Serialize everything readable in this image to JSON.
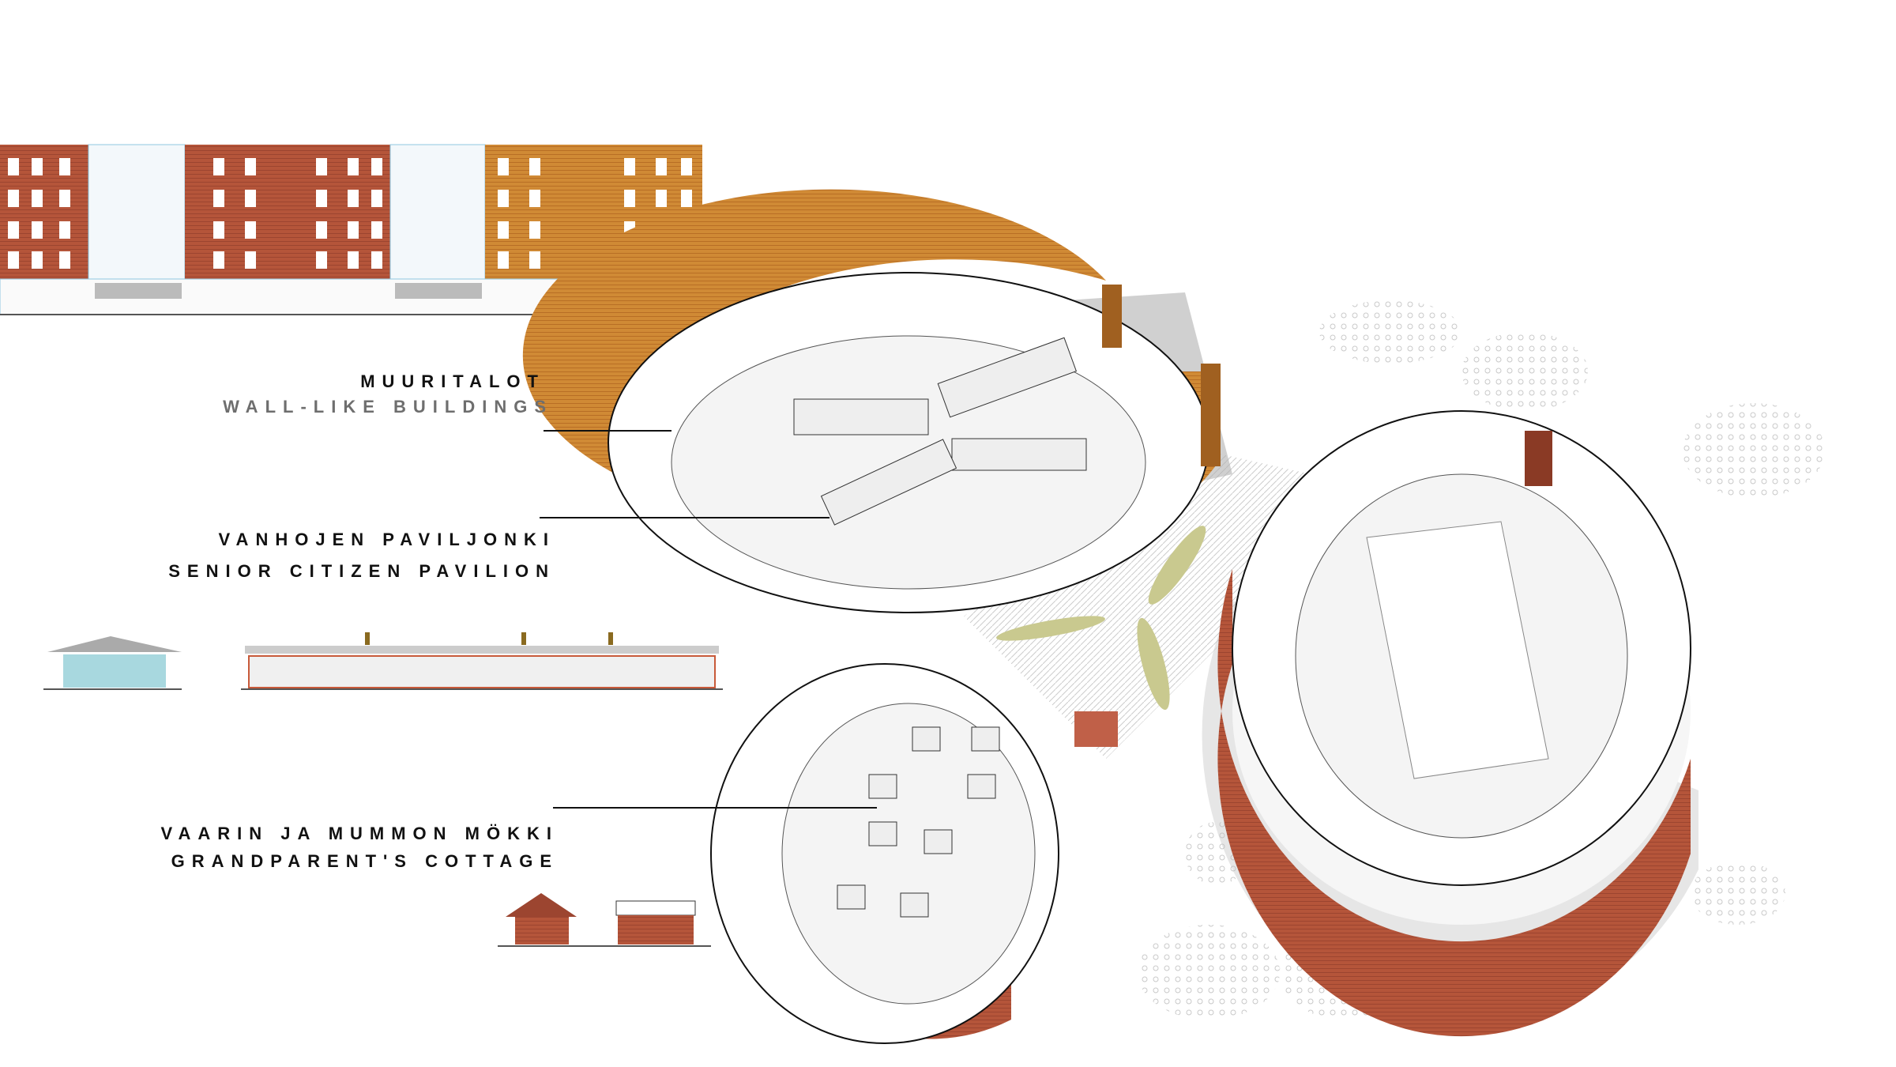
{
  "labels": {
    "wall_buildings": {
      "fi": "MUURITALOT",
      "en": "WALL-LIKE BUILDINGS"
    },
    "senior_pavilion": {
      "fi": "VANHOJEN PAVILJONKI",
      "en": "SENIOR CITIZEN PAVILION"
    },
    "cottage": {
      "fi": "VAARIN JA MUMMON MÖKKI",
      "en": "GRANDPARENT'S COTTAGE"
    }
  },
  "colors": {
    "brick_red": "#b5553a",
    "brick_orange": "#c9752e",
    "ochre": "#d39a3a",
    "glass_blue": "#8fc7e0",
    "shadow": "#9a9a9a",
    "path_green": "#c9c98f"
  }
}
